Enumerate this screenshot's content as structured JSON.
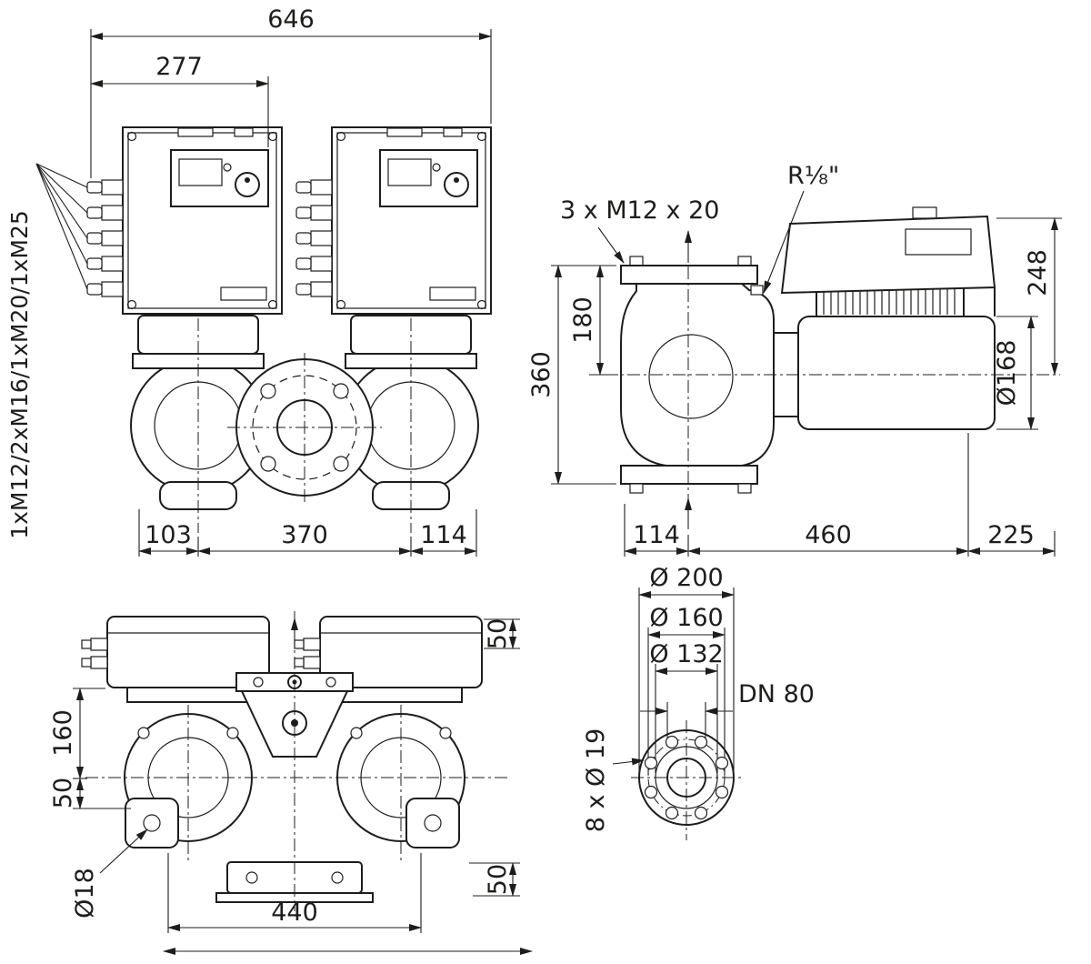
{
  "ink": "#1d1d1b",
  "top_view": {
    "dim_total_width": "646",
    "dim_module_width": "277",
    "cable_gland_label": "1xM12/2xM16/1xM20/1xM25",
    "dim_left": "103",
    "dim_center": "370",
    "dim_right": "114"
  },
  "side_view": {
    "bolt_label": "3 x M12 x 20",
    "vent_label": "R⅛\"",
    "dim_module_height": "248",
    "dim_flange_depth": "180",
    "dim_total_depth": "360",
    "dim_motor_dia": "Ø168",
    "dim_left": "114",
    "dim_center": "460",
    "dim_right": "225"
  },
  "front_view": {
    "dim_top_right": "50",
    "dim_axis": "160",
    "dim_foot_upper": "50",
    "dim_hole": "Ø18",
    "dim_foot_lower": "50",
    "dim_base_width": "440"
  },
  "flange_view": {
    "dim_outer_dia": "Ø 200",
    "dim_bolt_circle_dia": "Ø 160",
    "dim_face_dia": "Ø 132",
    "nominal_label": "DN 80",
    "holes_label": "8 x Ø 19"
  }
}
